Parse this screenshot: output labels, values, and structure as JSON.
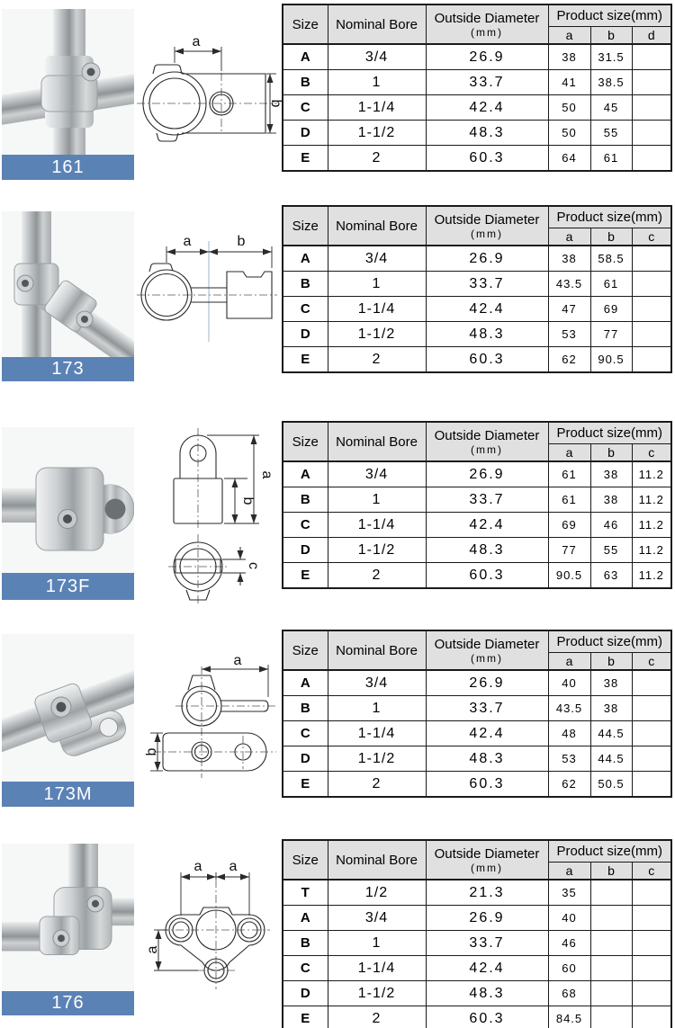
{
  "colors": {
    "banner_bg": "#5b82b5",
    "banner_text": "#ffffff",
    "table_header_bg": "#e0e0e0",
    "table_border": "#1a1a1a",
    "page_bg": "#ffffff"
  },
  "table": {
    "headers": {
      "size": "Size",
      "nominal_bore": "Nominal Bore",
      "outside_diameter": "Outside Diameter",
      "outside_diameter_unit": "(mm)",
      "product_size": "Product size(mm)"
    }
  },
  "sections": [
    {
      "code": "161",
      "photo_name": "crossover-fitting-photo",
      "drawing_dims": [
        "a",
        "b"
      ],
      "product_columns": [
        "a",
        "b",
        "d"
      ],
      "rows": [
        {
          "size": "A",
          "bore": "3/4",
          "od": "26.9",
          "a": "38",
          "b": "31.5",
          "c": ""
        },
        {
          "size": "B",
          "bore": "1",
          "od": "33.7",
          "a": "41",
          "b": "38.5",
          "c": ""
        },
        {
          "size": "C",
          "bore": "1-1/4",
          "od": "42.4",
          "a": "50",
          "b": "45",
          "c": ""
        },
        {
          "size": "D",
          "bore": "1-1/2",
          "od": "48.3",
          "a": "50",
          "b": "55",
          "c": ""
        },
        {
          "size": "E",
          "bore": "2",
          "od": "60.3",
          "a": "64",
          "b": "61",
          "c": ""
        }
      ]
    },
    {
      "code": "173",
      "photo_name": "single-swivel-fitting-photo",
      "drawing_dims": [
        "a",
        "b"
      ],
      "product_columns": [
        "a",
        "b",
        "c"
      ],
      "rows": [
        {
          "size": "A",
          "bore": "3/4",
          "od": "26.9",
          "a": "38",
          "b": "58.5",
          "c": ""
        },
        {
          "size": "B",
          "bore": "1",
          "od": "33.7",
          "a": "43.5",
          "b": "61",
          "c": ""
        },
        {
          "size": "C",
          "bore": "1-1/4",
          "od": "42.4",
          "a": "47",
          "b": "69",
          "c": ""
        },
        {
          "size": "D",
          "bore": "1-1/2",
          "od": "48.3",
          "a": "53",
          "b": "77",
          "c": ""
        },
        {
          "size": "E",
          "bore": "2",
          "od": "60.3",
          "a": "62",
          "b": "90.5",
          "c": ""
        }
      ]
    },
    {
      "code": "173F",
      "photo_name": "swivel-female-fitting-photo",
      "drawing_dims": [
        "a",
        "b",
        "c"
      ],
      "product_columns": [
        "a",
        "b",
        "c"
      ],
      "rows": [
        {
          "size": "A",
          "bore": "3/4",
          "od": "26.9",
          "a": "61",
          "b": "38",
          "c": "11.2"
        },
        {
          "size": "B",
          "bore": "1",
          "od": "33.7",
          "a": "61",
          "b": "38",
          "c": "11.2"
        },
        {
          "size": "C",
          "bore": "1-1/4",
          "od": "42.4",
          "a": "69",
          "b": "46",
          "c": "11.2"
        },
        {
          "size": "D",
          "bore": "1-1/2",
          "od": "48.3",
          "a": "77",
          "b": "55",
          "c": "11.2"
        },
        {
          "size": "E",
          "bore": "2",
          "od": "60.3",
          "a": "90.5",
          "b": "63",
          "c": "11.2"
        }
      ]
    },
    {
      "code": "173M",
      "photo_name": "swivel-male-fitting-photo",
      "drawing_dims": [
        "a",
        "b"
      ],
      "product_columns": [
        "a",
        "b",
        "c"
      ],
      "rows": [
        {
          "size": "A",
          "bore": "3/4",
          "od": "26.9",
          "a": "40",
          "b": "38",
          "c": ""
        },
        {
          "size": "B",
          "bore": "1",
          "od": "33.7",
          "a": "43.5",
          "b": "38",
          "c": ""
        },
        {
          "size": "C",
          "bore": "1-1/4",
          "od": "42.4",
          "a": "48",
          "b": "44.5",
          "c": ""
        },
        {
          "size": "D",
          "bore": "1-1/2",
          "od": "48.3",
          "a": "53",
          "b": "44.5",
          "c": ""
        },
        {
          "size": "E",
          "bore": "2",
          "od": "60.3",
          "a": "62",
          "b": "50.5",
          "c": ""
        }
      ]
    },
    {
      "code": "176",
      "photo_name": "three-way-corner-fitting-photo",
      "drawing_dims": [
        "a",
        "a",
        "a"
      ],
      "product_columns": [
        "a",
        "b",
        "c"
      ],
      "rows": [
        {
          "size": "T",
          "bore": "1/2",
          "od": "21.3",
          "a": "35",
          "b": "",
          "c": ""
        },
        {
          "size": "A",
          "bore": "3/4",
          "od": "26.9",
          "a": "40",
          "b": "",
          "c": ""
        },
        {
          "size": "B",
          "bore": "1",
          "od": "33.7",
          "a": "46",
          "b": "",
          "c": ""
        },
        {
          "size": "C",
          "bore": "1-1/4",
          "od": "42.4",
          "a": "60",
          "b": "",
          "c": ""
        },
        {
          "size": "D",
          "bore": "1-1/2",
          "od": "48.3",
          "a": "68",
          "b": "",
          "c": ""
        },
        {
          "size": "E",
          "bore": "2",
          "od": "60.3",
          "a": "84.5",
          "b": "",
          "c": ""
        }
      ]
    }
  ]
}
